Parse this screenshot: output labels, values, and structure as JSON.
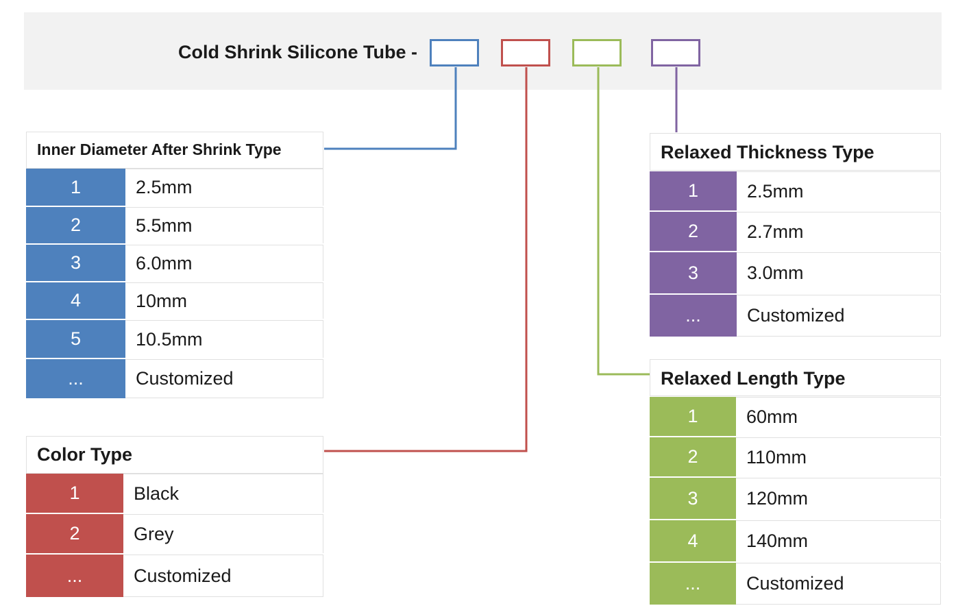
{
  "title": "Cold Shrink Silicone Tube -",
  "colors": {
    "diameter": "#4e81bd",
    "color": "#c0504d",
    "length": "#9bbb59",
    "thickness": "#8064a2"
  },
  "inner_diameter": {
    "title": "Inner Diameter After Shrink Type",
    "rows": [
      {
        "num": "1",
        "value": "2.5mm"
      },
      {
        "num": "2",
        "value": "5.5mm"
      },
      {
        "num": "3",
        "value": "6.0mm"
      },
      {
        "num": "4",
        "value": "10mm"
      },
      {
        "num": "5",
        "value": "10.5mm"
      },
      {
        "num": "...",
        "value": "Customized"
      }
    ]
  },
  "color_type": {
    "title": "Color Type",
    "rows": [
      {
        "num": "1",
        "value": "Black"
      },
      {
        "num": "2",
        "value": "Grey"
      },
      {
        "num": "...",
        "value": "Customized"
      }
    ]
  },
  "relaxed_thickness": {
    "title": "Relaxed Thickness Type",
    "rows": [
      {
        "num": "1",
        "value": "2.5mm"
      },
      {
        "num": "2",
        "value": "2.7mm"
      },
      {
        "num": "3",
        "value": "3.0mm"
      },
      {
        "num": "...",
        "value": "Customized"
      }
    ]
  },
  "relaxed_length": {
    "title": "Relaxed Length Type",
    "rows": [
      {
        "num": "1",
        "value": "60mm"
      },
      {
        "num": "2",
        "value": "110mm"
      },
      {
        "num": "3",
        "value": "120mm"
      },
      {
        "num": "4",
        "value": "140mm"
      },
      {
        "num": "...",
        "value": "Customized"
      }
    ]
  }
}
